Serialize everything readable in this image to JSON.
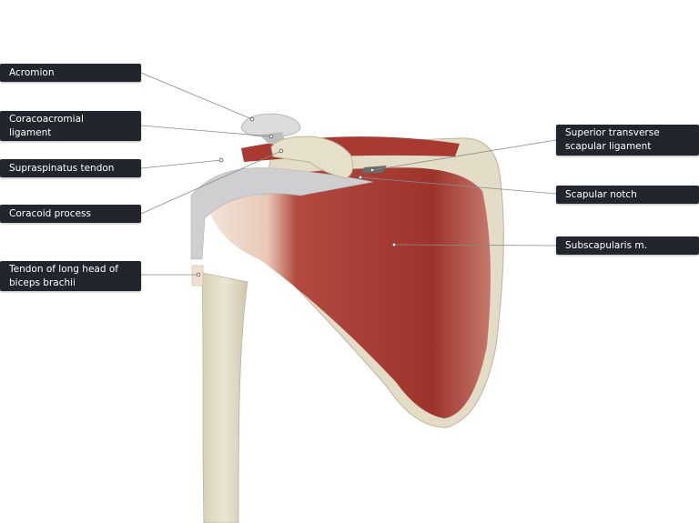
{
  "labels": {
    "acromion": "Acromion",
    "coracoacromial_ligament": "Coracoacromial\nligament",
    "supraspinatus_tendon": "Supraspinatus tendon",
    "coracoid_process": "Coracoid process",
    "biceps_tendon": "Tendon of long head of\nbiceps brachii",
    "superior_transverse_ligament": "Superior transverse\nscapular ligament",
    "scapular_notch": "Scapular notch",
    "subscapularis": "Subscapularis m."
  },
  "colors": {
    "label_bg": "#22252b",
    "bone": "#e3dcc6",
    "muscle": "#a83a32",
    "ligament": "#c9c9cc"
  }
}
